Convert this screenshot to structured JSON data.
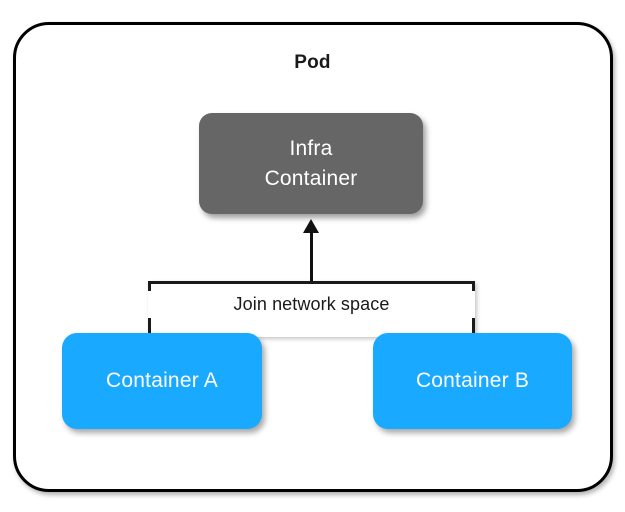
{
  "diagram": {
    "title": "Pod",
    "pod": {
      "label": "Pod",
      "border_color": "#000000",
      "fill_color": "#ffffff"
    },
    "infra_container": {
      "line1": "Infra",
      "line2": "Container",
      "fill_color": "#666666",
      "text_color": "#ffffff"
    },
    "connector": {
      "label": "Join network space",
      "arrow_direction": "up",
      "arrow_color": "#111111",
      "bracket_color": "#1a1a1a"
    },
    "containers": [
      {
        "label": "Container A",
        "fill_color": "#19a9ff",
        "text_color": "#ffffff"
      },
      {
        "label": "Container B",
        "fill_color": "#19a9ff",
        "text_color": "#ffffff"
      }
    ]
  }
}
